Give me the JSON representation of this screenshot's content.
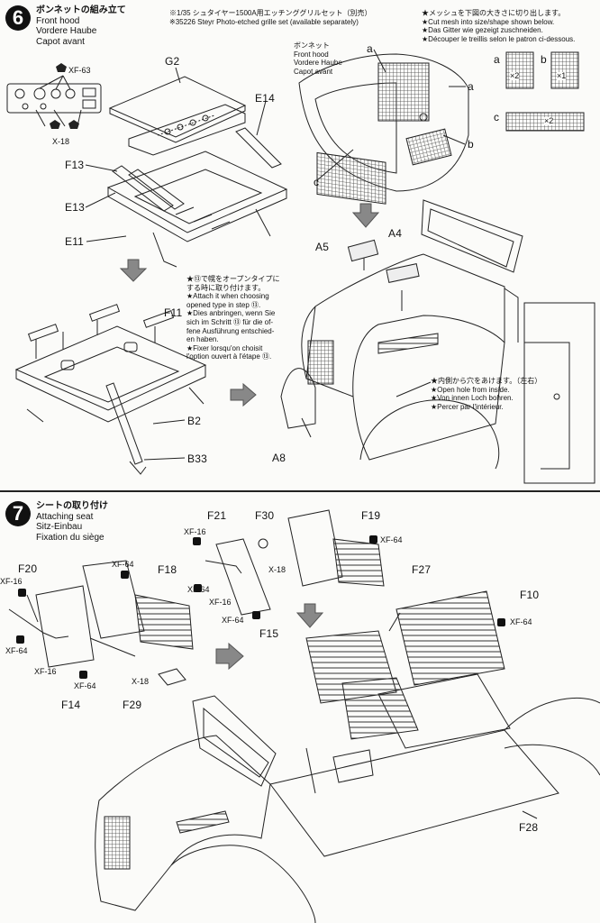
{
  "step6": {
    "number": "6",
    "title_jp": "ボンネットの組み立て",
    "title_en": "Front hood",
    "title_de": "Vordere Haube",
    "title_fr": "Capot avant",
    "grille_note": [
      "※1/35 シュタイヤー1500A用エッチンググリルセット（別売）",
      "※35226 Steyr Photo-etched grille set (available separately)"
    ],
    "mesh_note": [
      "★メッシュを下図の大きさに切り出します。",
      "★Cut mesh into size/shape shown below.",
      "★Das Gitter wie gezeigt zuschneiden.",
      "★Découper le treillis selon le patron ci-dessous."
    ],
    "mesh_labels": {
      "a": "a",
      "b": "b",
      "c": "c",
      "a_count": "×2",
      "b_count": "×1",
      "c_count": "×2"
    },
    "bonnet_label": [
      "ボンネット",
      "Front hood",
      "Vordere Haube",
      "Capot avant"
    ],
    "parts": {
      "xf63": "XF-63",
      "x18": "X-18",
      "g2": "G2",
      "e14": "E14",
      "f13": "F13",
      "e13": "E13",
      "e11": "E11",
      "f11": "F11",
      "b2": "B2",
      "b33": "B33",
      "a5": "A5",
      "a4": "A4",
      "a8": "A8"
    },
    "open_note": [
      "★⑬で幌をオープンタイプに",
      "する時に取り付けます。",
      "★Attach it when choosing",
      "opened type in step ⑬.",
      "★Dies anbringen, wenn Sie",
      "sich im Schritt ⑬ für die of-",
      "fene Ausführung entschied-",
      "en haben.",
      "★Fixer lorsqu'on choisit",
      "l'option ouvert à l'étape ⑬."
    ],
    "hole_note": [
      "★内側から穴をあけます。（左右）",
      "★Open hole from inside.",
      "★Von innen Loch bohren.",
      "★Percer par l'intérieur."
    ]
  },
  "step7": {
    "number": "7",
    "title_jp": "シートの取り付け",
    "title_en": "Attaching seat",
    "title_de": "Sitz-Einbau",
    "title_fr": "Fixation du siège",
    "parts": {
      "f21": "F21",
      "f30": "F30",
      "f19": "F19",
      "xf16": "XF-16",
      "xf64": "XF-64",
      "x18": "X-18",
      "f20": "F20",
      "f18": "F18",
      "f27": "F27",
      "f10": "F10",
      "f15": "F15",
      "f14": "F14",
      "f29": "F29",
      "f28": "F28"
    }
  }
}
